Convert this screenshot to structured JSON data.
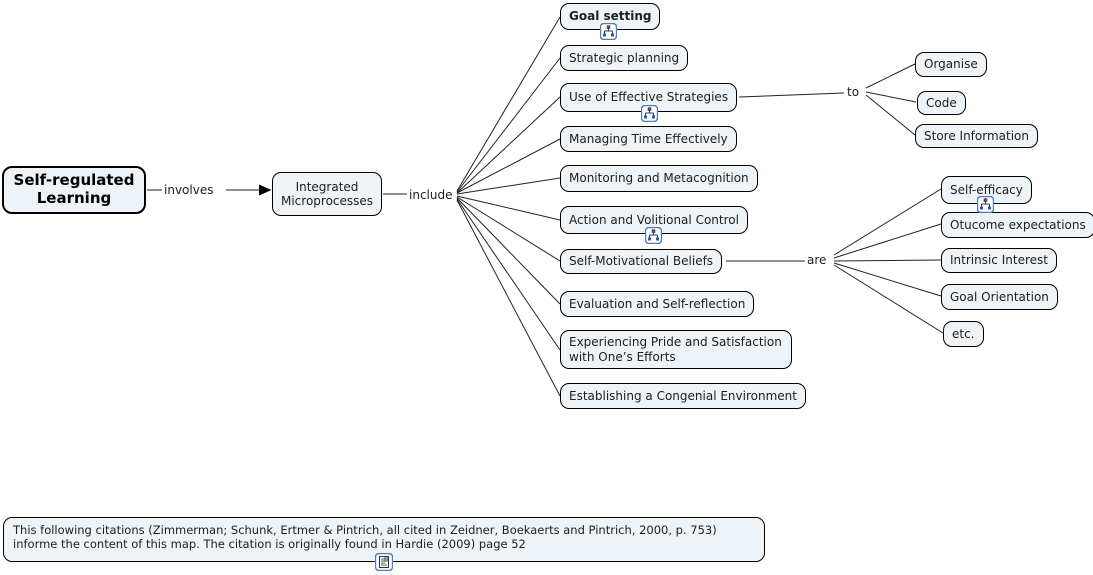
{
  "nodes": {
    "root": {
      "label": "Self-regulated Learning"
    },
    "integrated_microprocesses": {
      "label": "Integrated Microprocesses"
    },
    "goal_setting": {
      "label": "Goal setting",
      "icon": "cmap-link-icon"
    },
    "strategic_planning": {
      "label": "Strategic planning"
    },
    "use_of_effective_strategies": {
      "label": "Use of Effective Strategies",
      "icon": "cmap-link-icon"
    },
    "managing_time_effectively": {
      "label": "Managing Time Effectively"
    },
    "monitoring_and_metacognition": {
      "label": "Monitoring and Metacognition"
    },
    "action_and_volitional_control": {
      "label": "Action and Volitional Control",
      "icon": "cmap-link-icon"
    },
    "self_motivational_beliefs": {
      "label": "Self-Motivational Beliefs"
    },
    "evaluation_and_self_reflection": {
      "label": "Evaluation and Self-reflection"
    },
    "experiencing_pride": {
      "label": "Experiencing Pride and Satisfaction with One’s Efforts"
    },
    "establishing_congenial_environment": {
      "label": "Establishing a Congenial Environment"
    },
    "organise": {
      "label": "Organise"
    },
    "code": {
      "label": "Code"
    },
    "store_information": {
      "label": "Store Information"
    },
    "self_efficacy": {
      "label": "Self-efficacy",
      "icon": "cmap-link-icon"
    },
    "outcome_expectations": {
      "label": "Otucome expectations"
    },
    "intrinsic_interest": {
      "label": "Intrinsic Interest"
    },
    "goal_orientation": {
      "label": "Goal Orientation"
    },
    "etc": {
      "label": "etc."
    }
  },
  "links": {
    "involves": {
      "label": "involves"
    },
    "include": {
      "label": "include"
    },
    "to": {
      "label": "to"
    },
    "are": {
      "label": "are"
    }
  },
  "citation": {
    "lines": [
      "This following citations (Zimmerman; Schunk, Ertmer & Pintrich, all cited in Zeidner, Boekaerts and Pintrich, 2000, p. 753)",
      "informe the content of this map. The citation is originally found in Hardie (2009) page 52"
    ],
    "icon": "document-resource-icon"
  },
  "colors": {
    "node_fill": "#edf3f7",
    "node_border": "#000000",
    "connector_line": "#222222",
    "text": "#202020",
    "icon_border": "#4d7dbf"
  }
}
